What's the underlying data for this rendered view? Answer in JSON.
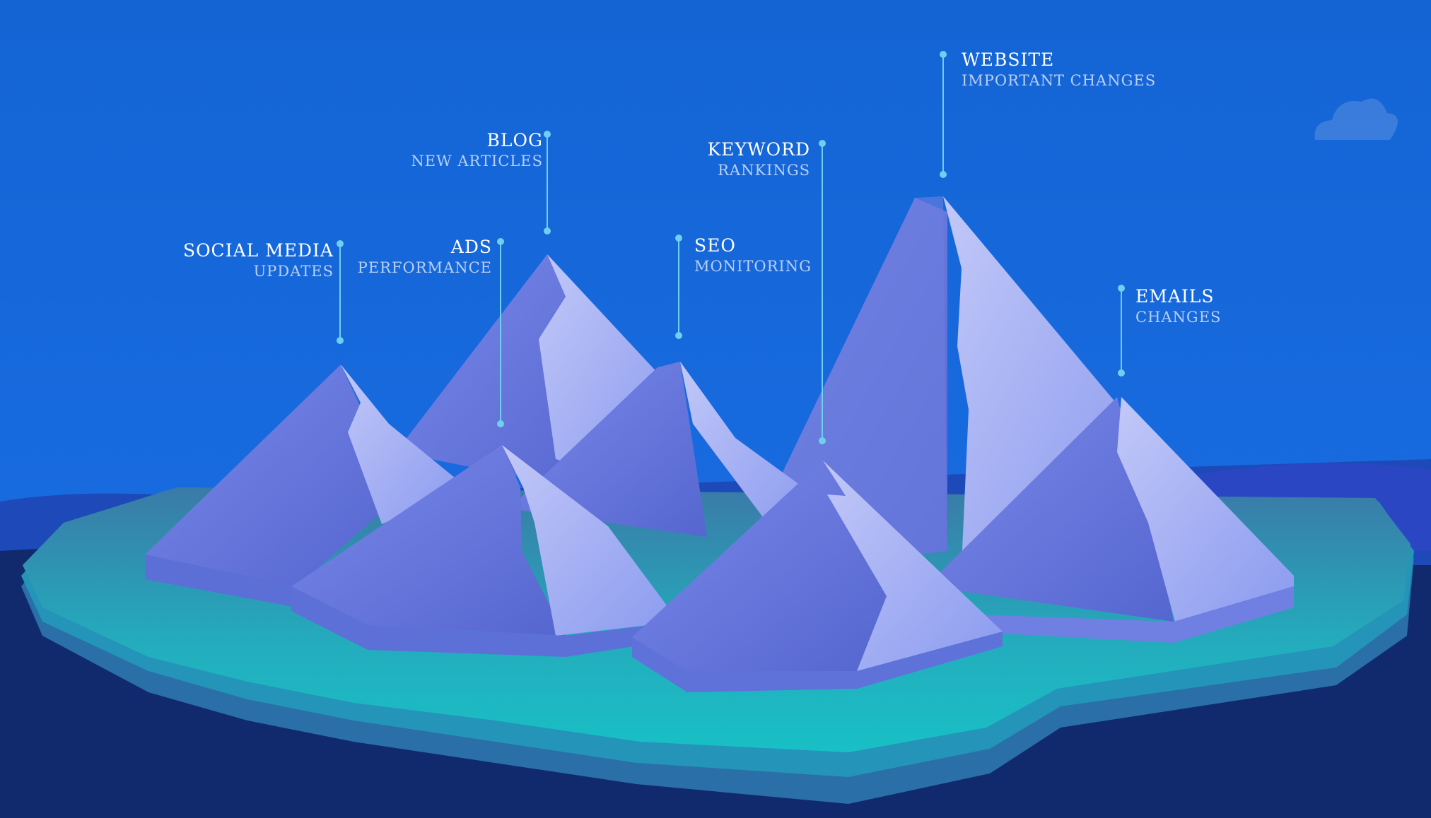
{
  "callouts": {
    "social": {
      "title": "SOCIAL MEDIA",
      "sub": "UPDATES"
    },
    "blog": {
      "title": "BLOG",
      "sub": "NEW ARTICLES"
    },
    "ads": {
      "title": "ADS",
      "sub": "PERFORMANCE"
    },
    "seo": {
      "title": "SEO",
      "sub": "MONITORING"
    },
    "keyword": {
      "title": "KEYWORD",
      "sub": "RANKINGS"
    },
    "website": {
      "title": "WEBSITE",
      "sub": "IMPORTANT CHANGES"
    },
    "emails": {
      "title": "EMAILS",
      "sub": "CHANGES"
    }
  },
  "colors": {
    "sky": "#1466d6",
    "deep_water": "#112a6e",
    "island_top": "#1fb6c2",
    "mountain_light": "#b4bdf5",
    "mountain_dark": "#5b6fd6",
    "leader_line": "#6fd0ee"
  }
}
